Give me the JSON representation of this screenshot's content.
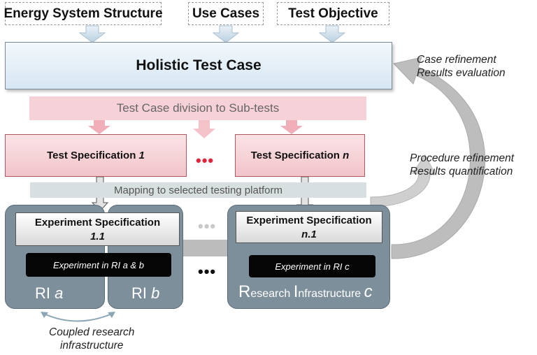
{
  "inputs": [
    "Energy System Structure",
    "Use Cases",
    "Test Objective"
  ],
  "holistic_test_case": "Holistic Test Case",
  "division": "Test Case division to Sub-tests",
  "spec_1": {
    "label": "Test Specification",
    "index": "1"
  },
  "spec_n": {
    "label": "Test Specification",
    "index": "n"
  },
  "mapping": "Mapping to selected testing platform",
  "exp_spec_1": {
    "label": "Experiment Specification",
    "index": "1.1"
  },
  "exp_spec_n": {
    "label": "Experiment Specification",
    "index": "n.1"
  },
  "experiment_ab": "Experiment in RI a & b",
  "experiment_c": "Experiment in RI  c",
  "ri_a": {
    "prefix": "RI ",
    "letter": "a"
  },
  "ri_b": {
    "prefix": "RI ",
    "letter": "b"
  },
  "ri_c": {
    "r": "R",
    "esearch": "esearch ",
    "i": "I",
    "nfrastructure": "nfrastructure ",
    "letter": "c"
  },
  "coupled_label": [
    "Coupled research",
    "infrastructure"
  ],
  "case_refinement": [
    "Case refinement",
    "Results evaluation"
  ],
  "procedure_refinement": [
    "Procedure refinement",
    "Results quantification"
  ],
  "ellipsis": "•••",
  "colors": {
    "blue_box": "#d6e6f2",
    "pink_box": "#f1c4ca",
    "ri_panel": "#7e8f9c",
    "ellipsis_red": "#e0253a"
  }
}
